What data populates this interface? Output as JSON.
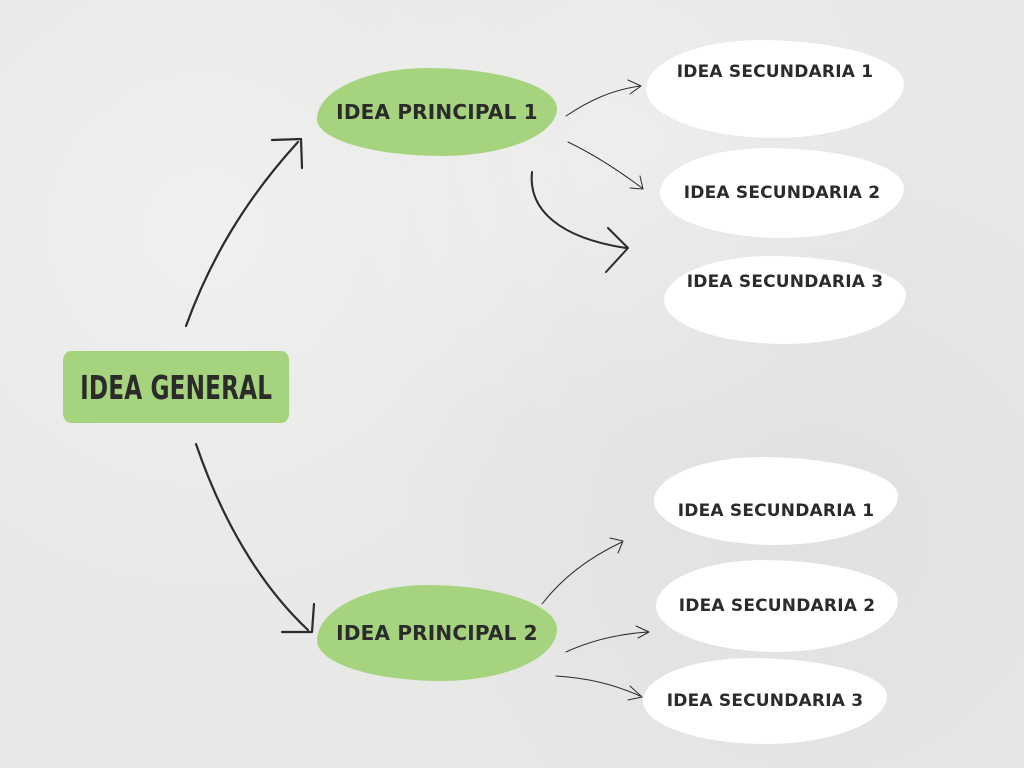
{
  "general": {
    "label": "IDEA GENERAL"
  },
  "principal_1": {
    "label": "IDEA PRINCIPAL 1",
    "secundarias": [
      "IDEA SECUNDARIA 1",
      "IDEA SECUNDARIA 2",
      "IDEA SECUNDARIA 3"
    ]
  },
  "principal_2": {
    "label": "IDEA PRINCIPAL 2",
    "secundarias": [
      "IDEA SECUNDARIA 1",
      "IDEA SECUNDARIA 2",
      "IDEA SECUNDARIA 3"
    ]
  },
  "colors": {
    "background": "#e8e8e7",
    "green_node": "#a6d47e",
    "white_node": "#ffffff",
    "text": "#2b2b2b",
    "arrow": "#2b2b2b"
  }
}
